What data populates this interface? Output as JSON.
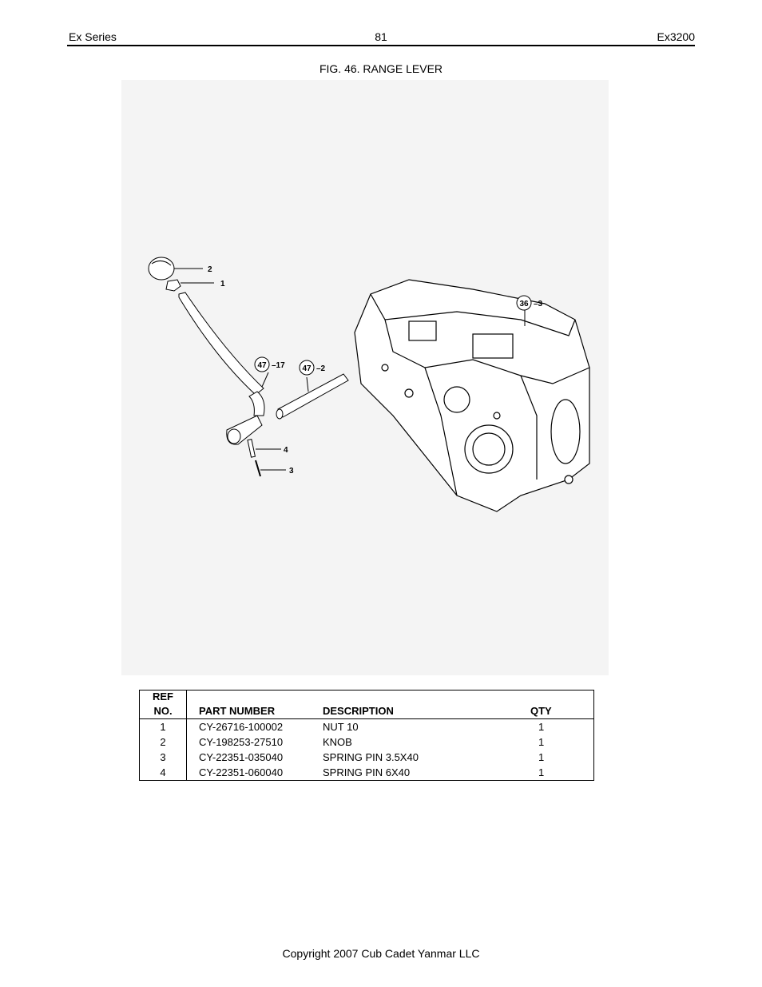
{
  "header": {
    "left": "Ex Series",
    "page_number": "81",
    "right": "Ex3200"
  },
  "figure": {
    "title": "FIG. 46. RANGE LEVER",
    "callouts": {
      "c2": "2",
      "c1": "1",
      "c47a": "47",
      "c47a_suffix": "–17",
      "c47b": "47",
      "c47b_suffix": "–2",
      "c36": "36",
      "c36_suffix": "–3",
      "c4": "4",
      "c3": "3"
    }
  },
  "parts_table": {
    "headers": {
      "ref_line1": "REF",
      "ref_line2": "NO.",
      "part_number": "PART NUMBER",
      "description": "DESCRIPTION",
      "qty": "QTY"
    },
    "rows": [
      {
        "ref": "1",
        "part_number": "CY-26716-100002",
        "description": "NUT 10",
        "qty": "1"
      },
      {
        "ref": "2",
        "part_number": "CY-198253-27510",
        "description": "KNOB",
        "qty": "1"
      },
      {
        "ref": "3",
        "part_number": "CY-22351-035040",
        "description": "SPRING PIN 3.5X40",
        "qty": "1"
      },
      {
        "ref": "4",
        "part_number": "CY-22351-060040",
        "description": "SPRING PIN 6X40",
        "qty": "1"
      }
    ]
  },
  "footer": {
    "copyright": "Copyright 2007 Cub Cadet Yanmar LLC"
  }
}
